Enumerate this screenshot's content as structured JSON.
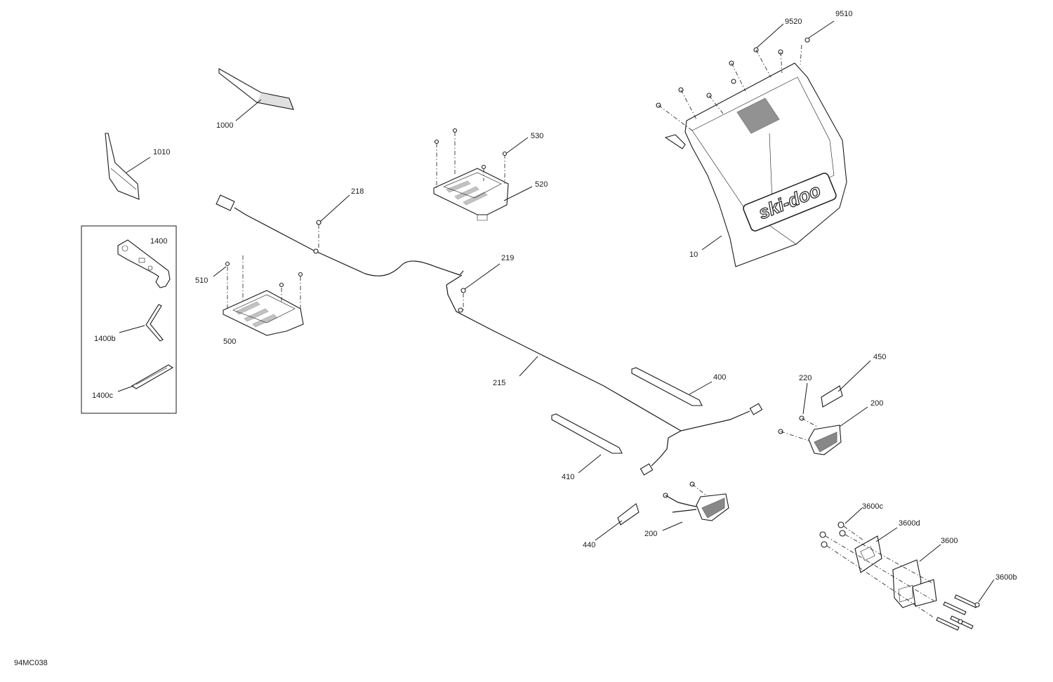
{
  "figure_code": "94MC038",
  "callouts": [
    {
      "id": "1000",
      "text": "1000"
    },
    {
      "id": "1010",
      "text": "1010"
    },
    {
      "id": "1400",
      "text": "1400"
    },
    {
      "id": "1400b",
      "text": "1400b"
    },
    {
      "id": "1400c",
      "text": "1400c"
    },
    {
      "id": "218",
      "text": "218"
    },
    {
      "id": "219",
      "text": "219"
    },
    {
      "id": "215",
      "text": "215"
    },
    {
      "id": "510",
      "text": "510"
    },
    {
      "id": "500",
      "text": "500"
    },
    {
      "id": "530",
      "text": "530"
    },
    {
      "id": "520",
      "text": "520"
    },
    {
      "id": "9520",
      "text": "9520"
    },
    {
      "id": "9510",
      "text": "9510"
    },
    {
      "id": "10",
      "text": "10"
    },
    {
      "id": "400",
      "text": "400"
    },
    {
      "id": "410",
      "text": "410"
    },
    {
      "id": "450",
      "text": "450"
    },
    {
      "id": "220",
      "text": "220"
    },
    {
      "id": "200a",
      "text": "200"
    },
    {
      "id": "200b",
      "text": "200"
    },
    {
      "id": "440",
      "text": "440"
    },
    {
      "id": "3600c",
      "text": "3600c"
    },
    {
      "id": "3600d",
      "text": "3600d"
    },
    {
      "id": "3600",
      "text": "3600"
    },
    {
      "id": "3600b",
      "text": "3600b"
    }
  ],
  "logo_text": "ski-doo"
}
